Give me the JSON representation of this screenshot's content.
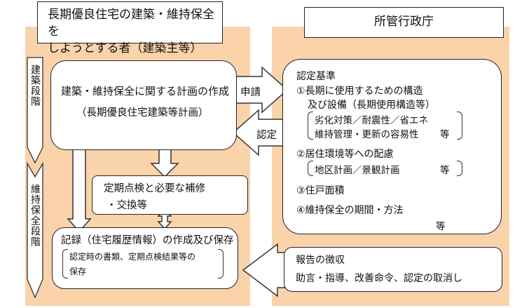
{
  "applicant": {
    "title_line1": "長期優良住宅の建築・維持保全を",
    "title_line2": "しようとする者（建築主等）"
  },
  "authority": {
    "title": "所管行政庁"
  },
  "phases": {
    "construction": "建築段階",
    "maintenance": "維持保全段階"
  },
  "plan_box": {
    "line1": "建築・維持保全に関する計画の作成",
    "line2": "（長期優良住宅建築等計画）"
  },
  "inspection_box": {
    "line1": "定期点検と必要な補修",
    "line2": "・交換等"
  },
  "record_box": {
    "line1": "記録（住宅履歴情報）の作成及び保存",
    "sub1": "認定時の書類、定期点検結果等の",
    "sub2": "保存"
  },
  "arrows": {
    "apply": "申請",
    "certify": "認定"
  },
  "criteria_box": {
    "heading": "認定基準",
    "item1_line1": "①長期に使用するための構造",
    "item1_line2": "及び設備（長期使用構造等）",
    "item1_sub1": "劣化対策／耐震性／省エネ",
    "item1_sub2": "維持管理・更新の容易性",
    "item1_sub2_suffix": "等",
    "item2": "②居住環境等への配慮",
    "item2_sub": "地区計画／景観計画",
    "item2_sub_suffix": "等",
    "item3": "③住戸面積",
    "item4": "④維持保全の期間・方法",
    "item4_suffix": "等"
  },
  "report_box": {
    "line1": "報告の徴収",
    "line2": "助言・指導、改善命令、認定の取消し"
  },
  "colors": {
    "panel": "#fbd3ab",
    "border": "#222222",
    "background": "#ffffff"
  }
}
